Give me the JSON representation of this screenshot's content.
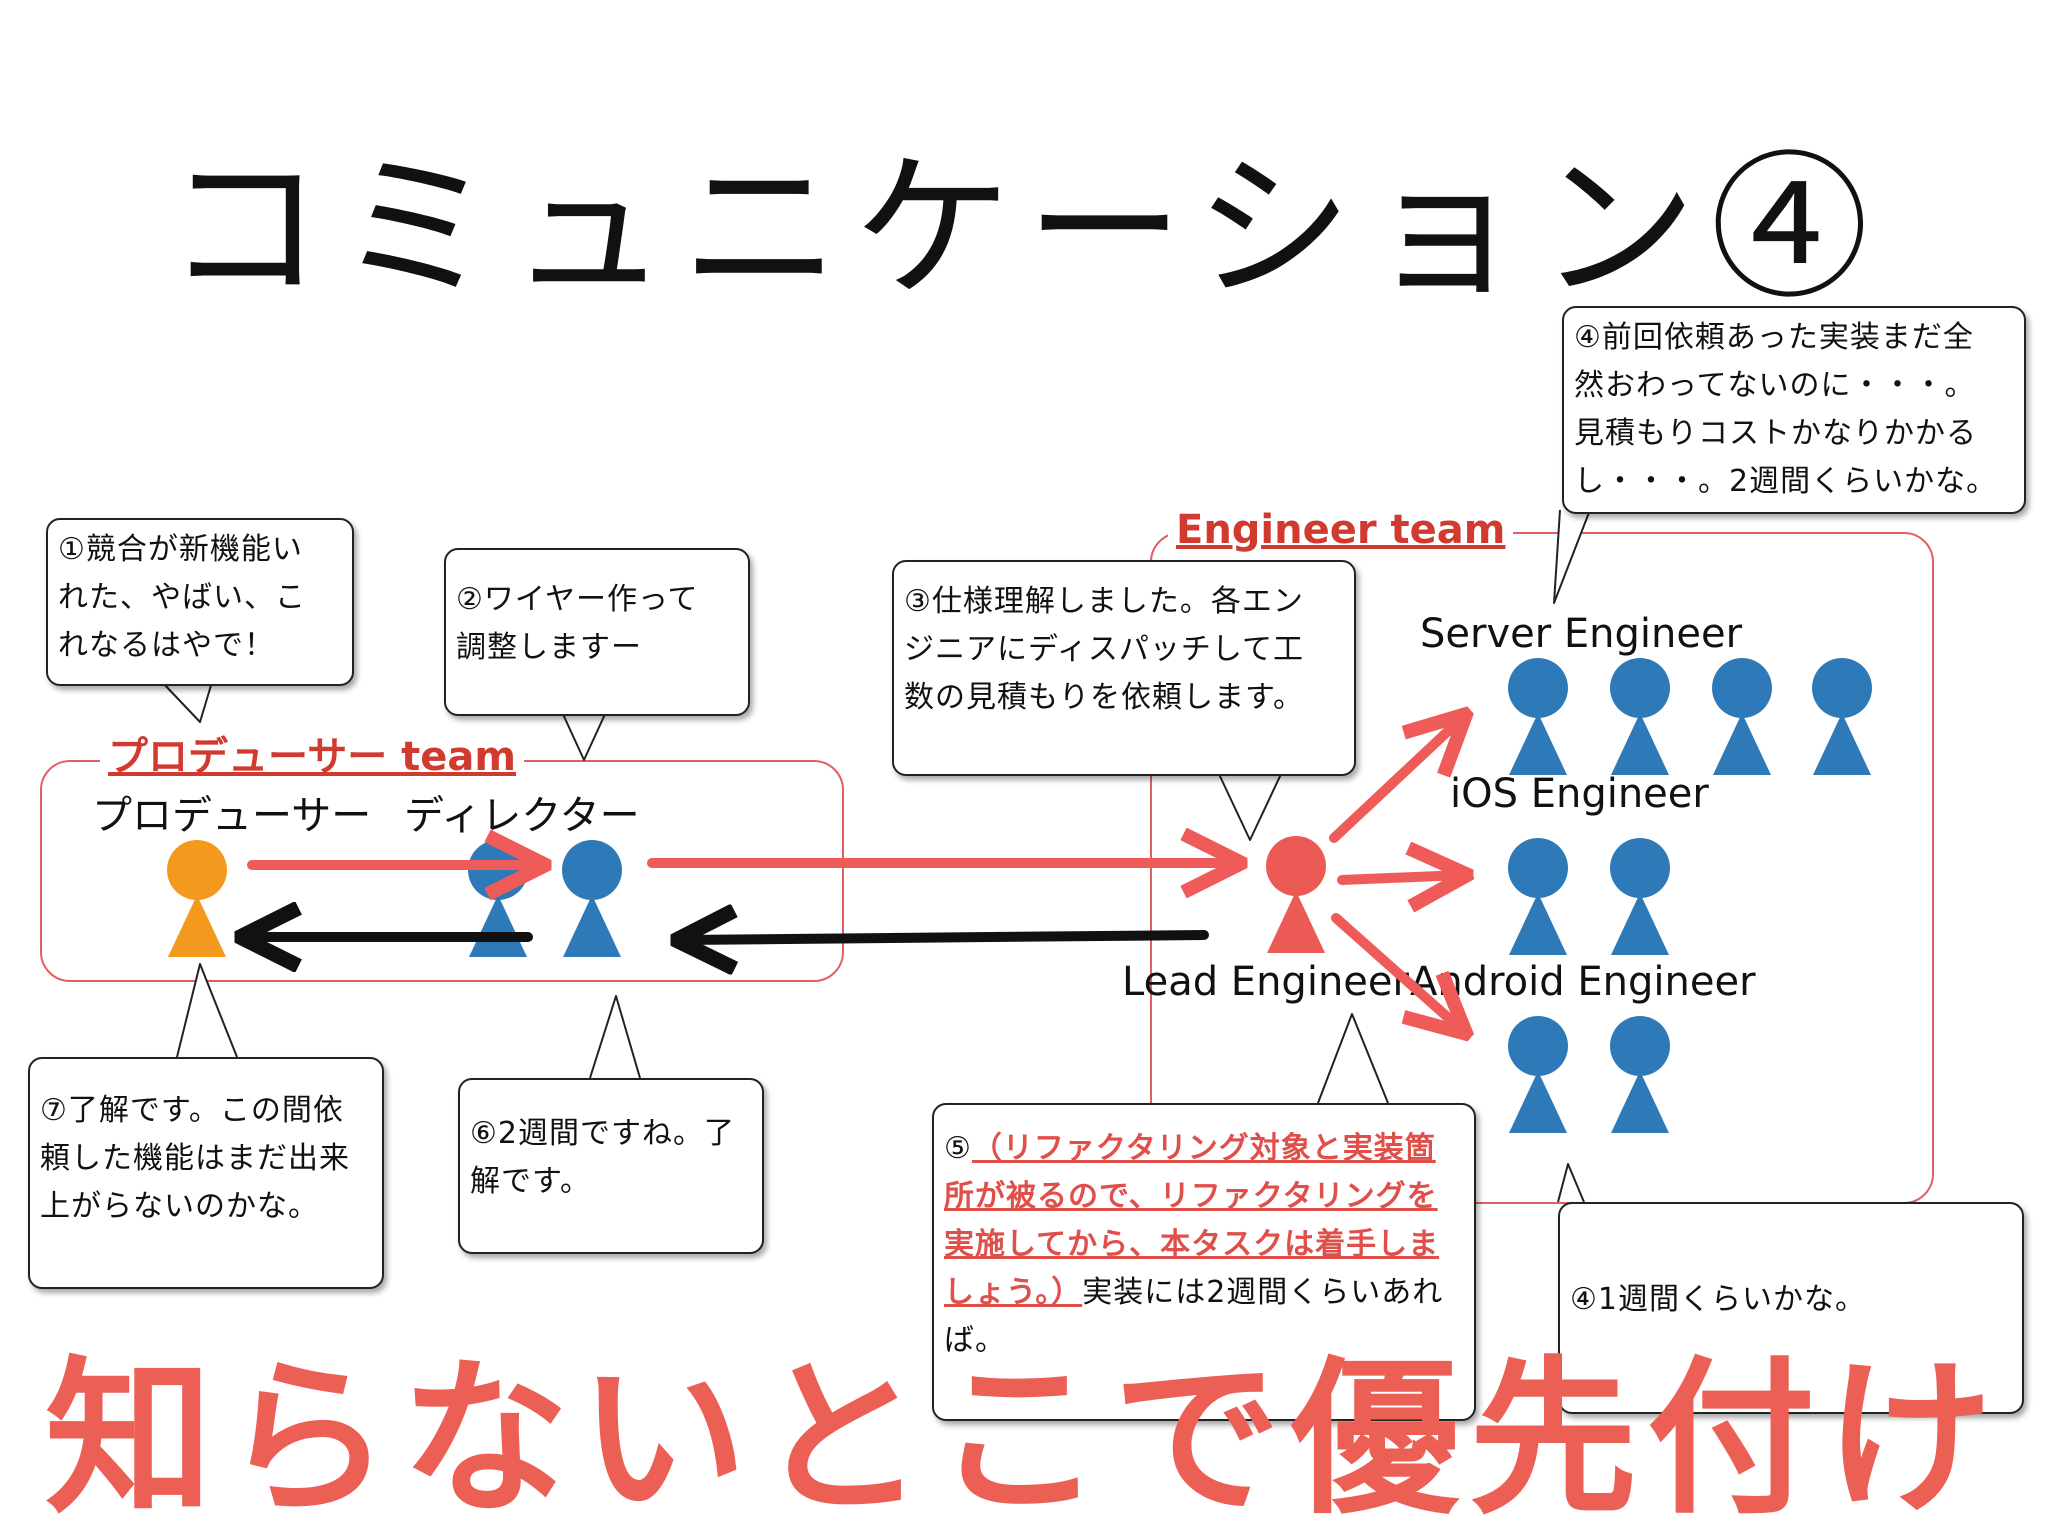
{
  "title": "コミュニケーション④",
  "slogan": "知らないとこで優先付け",
  "teams": {
    "producer": "プロデューサー team",
    "engineer": "Engineer team"
  },
  "roles": {
    "producer": "プロデューサー",
    "director": "ディレクター",
    "lead": "Lead Engineer",
    "server": "Server Engineer",
    "ios": "iOS Engineer",
    "android": "Android Engineer"
  },
  "bubbles": {
    "b1": "①競合が新機能い\nれた、やばい、こ\nれなるはやで！",
    "b2": "②ワイヤー作って\n調整しますー",
    "b3": "③仕様理解しました。各エン\nジニアにディスパッチして工\n数の見積もりを依頼します。",
    "b4": "④前回依頼あった実装まだ全\n然おわってないのに・・・。\n見積もりコストかなりかかる\nし・・・。2週間くらいかな。",
    "b5_highlight": "（リファクタリング対象と実装箇所が被るので、リファクタリングを実施してから、本タスクは着手しましょう。）",
    "b5_prefix": "⑤",
    "b5_rest": "実装には2週間くらいあれば。",
    "b6": "⑥2週間ですね。了\n解です。",
    "b7": "⑦了解です。この間依\n頼した機能はまだ出来\n上がらないのかな。",
    "b8": "④1週間くらいかな。"
  },
  "colors": {
    "producer": "#f39a1e",
    "member": "#2e7ab8",
    "lead": "#ec5a55",
    "arrow_red": "#ee5b58",
    "arrow_black": "#111111",
    "team_border": "#e06060"
  }
}
